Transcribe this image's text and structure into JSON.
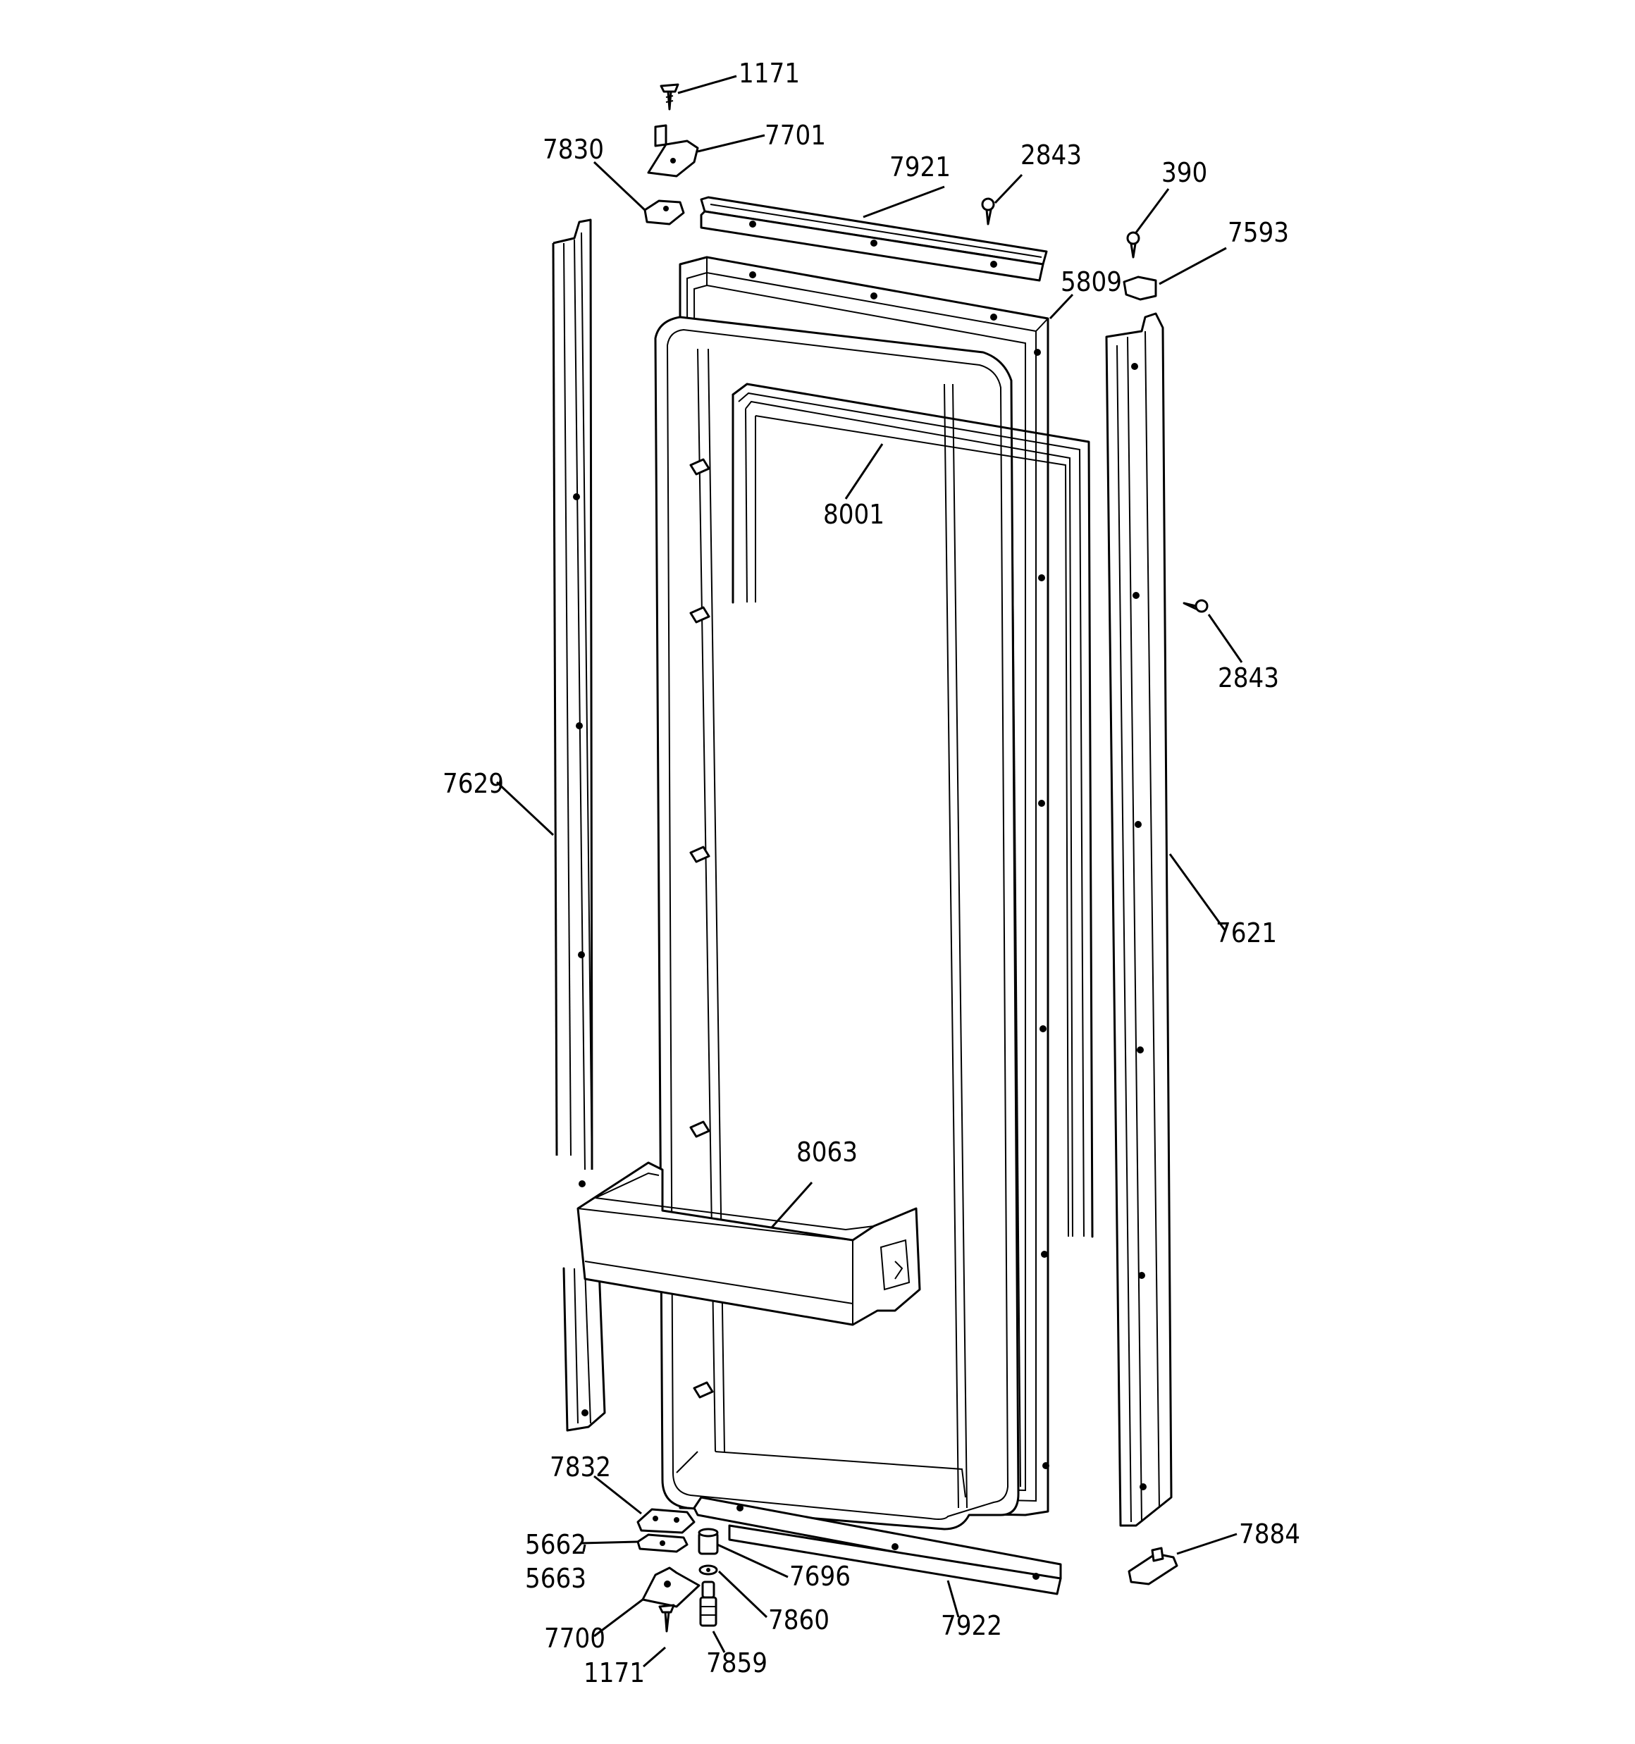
{
  "callouts": {
    "c1171_top": "1171",
    "c7701": "7701",
    "c7830": "7830",
    "c7921": "7921",
    "c2843_top": "2843",
    "c390": "390",
    "c7593": "7593",
    "c5809": "5809",
    "c8001": "8001",
    "c2843_right": "2843",
    "c7629": "7629",
    "c7621": "7621",
    "c8063": "8063",
    "c7832": "7832",
    "c5662": "5662",
    "c5663": "5663",
    "c7696": "7696",
    "c7884": "7884",
    "c7700": "7700",
    "c7860": "7860",
    "c7922": "7922",
    "c1171_bottom": "1171",
    "c7859": "7859"
  }
}
